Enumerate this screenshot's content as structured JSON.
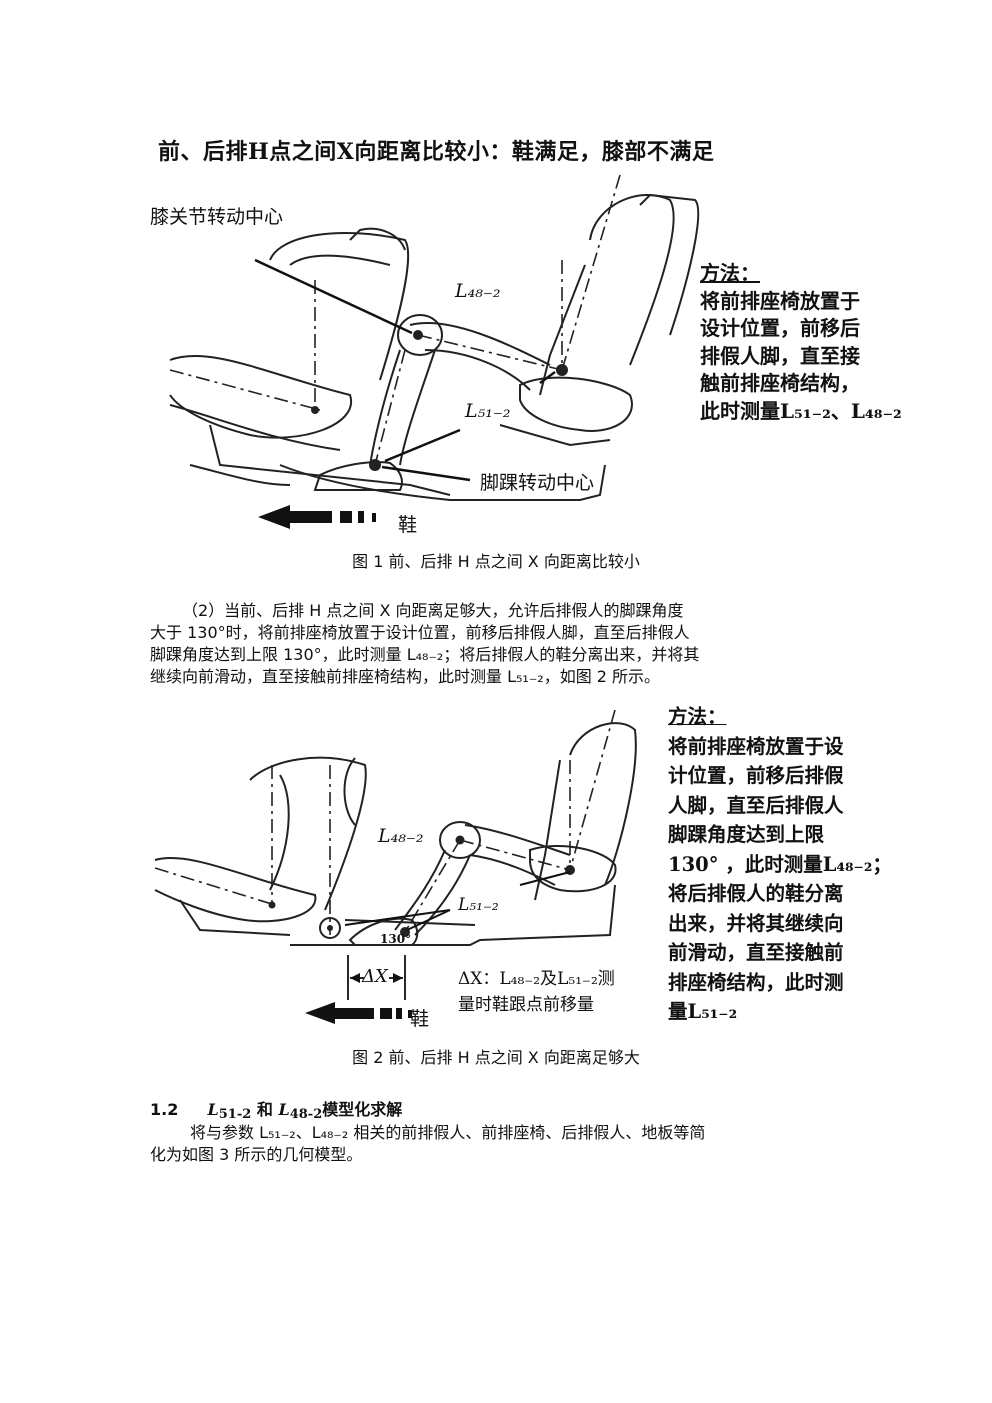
{
  "figure1": {
    "title": "前、后排H点之间X向距离比较小：鞋满足，膝部不满足",
    "knee_label": "膝关节转动中心",
    "l48": "L₄₈₋₂",
    "l51": "L₅₁₋₂",
    "ankle_label": "脚踝转动中心",
    "shoe_label": "鞋",
    "method_lines": [
      "方法：",
      "将前排座椅放置于",
      "设计位置，前移后",
      "排假人脚，直至接",
      "触前排座椅结构，",
      "此时测量L₅₁₋₂、L₄₈₋₂"
    ],
    "caption": "图 1 前、后排 H 点之间 X 向距离比较小"
  },
  "paragraph1": {
    "lines": [
      "（2）当前、后排 H 点之间 X 向距离足够大，允许后排假人的脚踝角度",
      "大于 130°时，将前排座椅放置于设计位置，前移后排假人脚，直至后排假人",
      "脚踝角度达到上限 130°，此时测量 L₄₈₋₂；将后排假人的鞋分离出来，并将其",
      "继续向前滑动，直至接触前排座椅结构，此时测量 L₅₁₋₂，如图 2 所示。"
    ]
  },
  "figure2": {
    "l48": "L₄₈₋₂",
    "l51": "L₅₁₋₂",
    "angle": "130°",
    "dx": "ΔX",
    "dx_note_line1": "ΔX：L₄₈₋₂及L₅₁₋₂测",
    "dx_note_line2": "量时鞋跟点前移量",
    "shoe_label": "鞋",
    "method_lines": [
      "方法：",
      "将前排座椅放置于设",
      "计位置，前移后排假",
      "人脚，直至后排假人",
      "脚踝角度达到上限",
      "130° ，此时测量L₄₈₋₂；",
      "将后排假人的鞋分离",
      "出来，并将其继续向",
      "前滑动，直至接触前",
      "排座椅结构，此时测",
      "量L₅₁₋₂"
    ],
    "caption": "图 2 前、后排 H 点之间 X 向距离足够大"
  },
  "section": {
    "number": "1.2",
    "title": "L₅₁₋₂ 和 L₄₈₋₂ 模型化求解",
    "sym1": "L",
    "sub1": "51-2",
    "and": "和",
    "sym2": "L",
    "sub2": "48-2",
    "rest": "模型化求解"
  },
  "paragraph2": {
    "lines": [
      "将与参数 L₅₁₋₂、L₄₈₋₂ 相关的前排假人、前排座椅、后排假人、地板等简",
      "化为如图 3 所示的几何模型。"
    ]
  }
}
